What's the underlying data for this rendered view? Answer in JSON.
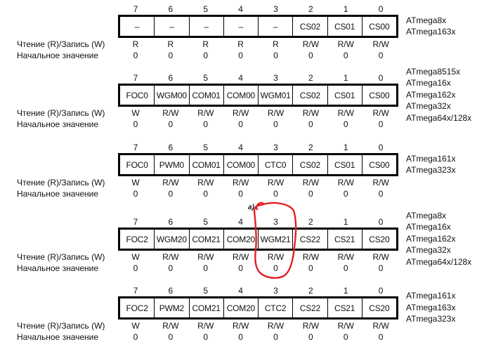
{
  "labels": {
    "access": "Чтение (R)/Запись (W)",
    "initial": "Начальное значение"
  },
  "bit_numbers": [
    "7",
    "6",
    "5",
    "4",
    "3",
    "2",
    "1",
    "0"
  ],
  "annotation": {
    "mark": "a)",
    "color": "#e31e24"
  },
  "registers": [
    {
      "bits": [
        "–",
        "–",
        "–",
        "–",
        "–",
        "CS02",
        "CS01",
        "CS00"
      ],
      "access": [
        "R",
        "R",
        "R",
        "R",
        "R",
        "R/W",
        "R/W",
        "R/W"
      ],
      "initial": [
        "0",
        "0",
        "0",
        "0",
        "0",
        "0",
        "0",
        "0"
      ],
      "models": [
        "ATmega8x",
        "ATmega163x"
      ]
    },
    {
      "bits": [
        "FOC0",
        "WGM00",
        "COM01",
        "COM00",
        "WGM01",
        "CS02",
        "CS01",
        "CS00"
      ],
      "access": [
        "W",
        "R/W",
        "R/W",
        "R/W",
        "R/W",
        "R/W",
        "R/W",
        "R/W"
      ],
      "initial": [
        "0",
        "0",
        "0",
        "0",
        "0",
        "0",
        "0",
        "0"
      ],
      "models": [
        "ATmega8515x",
        "ATmega16x",
        "ATmega162x",
        "ATmega32x",
        "ATmega64x/128x"
      ]
    },
    {
      "bits": [
        "FOC0",
        "PWM0",
        "COM01",
        "COM00",
        "CTC0",
        "CS02",
        "CS01",
        "CS00"
      ],
      "access": [
        "W",
        "R/W",
        "R/W",
        "R/W",
        "R/W",
        "R/W",
        "R/W",
        "R/W"
      ],
      "initial": [
        "0",
        "0",
        "0",
        "0",
        "0",
        "0",
        "0",
        "0"
      ],
      "models": [
        "ATmega161x",
        "ATmega323x"
      ]
    },
    {
      "bits": [
        "FOC2",
        "WGM20",
        "COM21",
        "COM20",
        "WGM21",
        "CS22",
        "CS21",
        "CS20"
      ],
      "access": [
        "W",
        "R/W",
        "R/W",
        "R/W",
        "R/W",
        "R/W",
        "R/W",
        "R/W"
      ],
      "initial": [
        "0",
        "0",
        "0",
        "0",
        "0",
        "0",
        "0",
        "0"
      ],
      "models": [
        "ATmega8x",
        "ATmega16x",
        "ATmega162x",
        "ATmega32x",
        "ATmega64x/128x"
      ]
    },
    {
      "bits": [
        "FOC2",
        "PWM2",
        "COM21",
        "COM20",
        "CTC2",
        "CS22",
        "CS21",
        "CS20"
      ],
      "access": [
        "W",
        "R/W",
        "R/W",
        "R/W",
        "R/W",
        "R/W",
        "R/W",
        "R/W"
      ],
      "initial": [
        "0",
        "0",
        "0",
        "0",
        "0",
        "0",
        "0",
        "0"
      ],
      "models": [
        "ATmega161x",
        "ATmega163x",
        "ATmega323x"
      ]
    }
  ]
}
